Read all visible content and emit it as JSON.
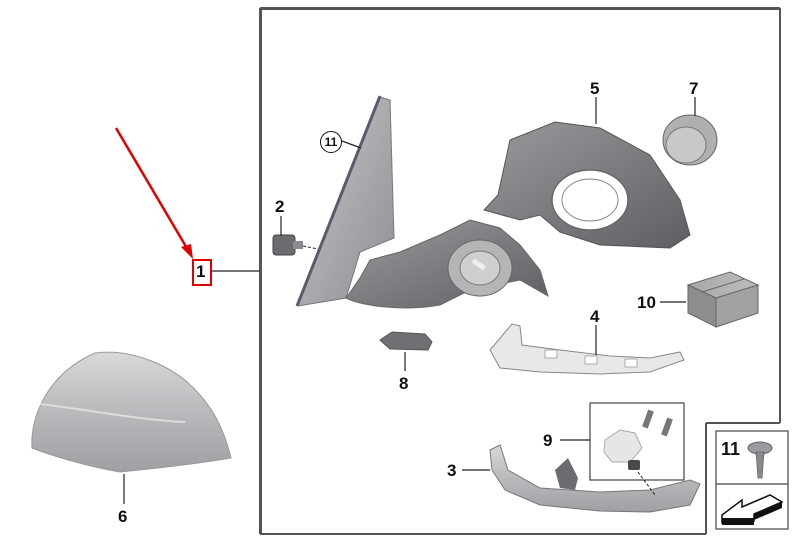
{
  "diagram": {
    "type": "exploded-parts-diagram",
    "subject": "exterior mirror assembly",
    "highlight_color": "#e00000",
    "frame_color": "#555555",
    "selected_part": "1"
  },
  "callouts": [
    {
      "id": "1",
      "label": "1",
      "part": "mirror-assembly",
      "selected": true
    },
    {
      "id": "2",
      "label": "2",
      "part": "connector"
    },
    {
      "id": "3",
      "label": "3",
      "part": "lower-trim-housing"
    },
    {
      "id": "4",
      "label": "4",
      "part": "turn-signal-light-guide"
    },
    {
      "id": "5",
      "label": "5",
      "part": "mirror-housing-frame"
    },
    {
      "id": "6",
      "label": "6",
      "part": "mirror-cap-cover"
    },
    {
      "id": "7",
      "label": "7",
      "part": "mirror-adjustment-motor"
    },
    {
      "id": "8",
      "label": "8",
      "part": "cover-plate"
    },
    {
      "id": "9",
      "label": "9",
      "part": "mounting-kit-clips-screws"
    },
    {
      "id": "10",
      "label": "10",
      "part": "repair-kit-box"
    },
    {
      "id": "11",
      "label": "11",
      "part": "screw",
      "circled": true
    }
  ],
  "legend": {
    "screw_number": "11"
  }
}
